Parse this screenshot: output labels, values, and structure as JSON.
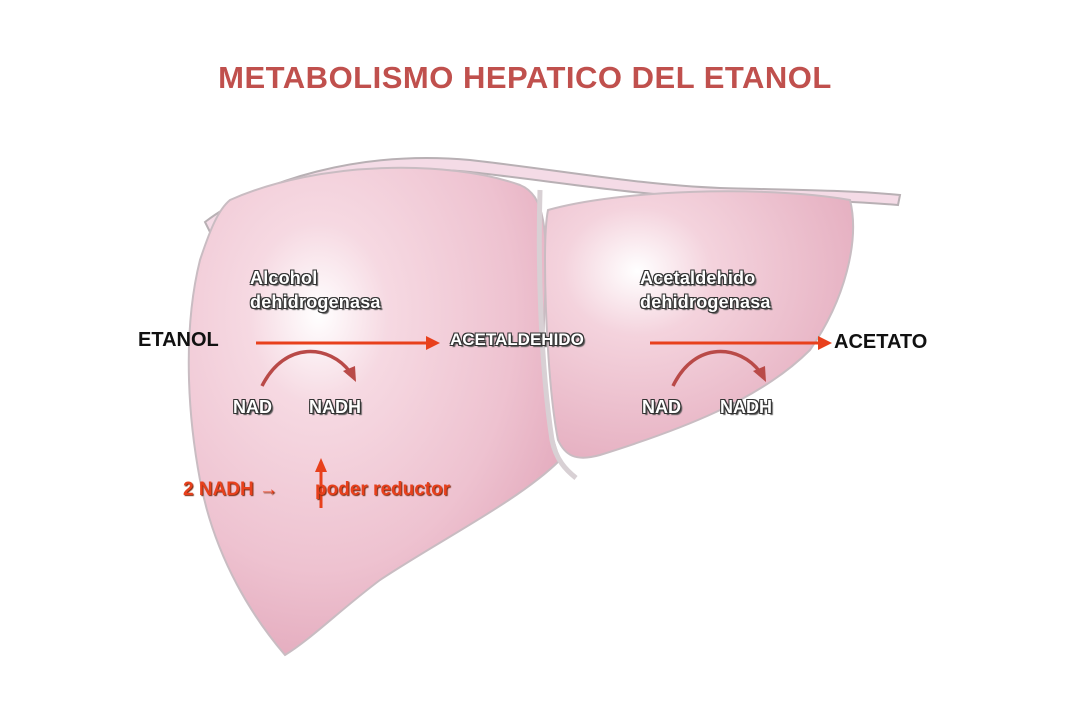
{
  "title": "METABOLISMO HEPATICO DEL ETANOL",
  "compounds": {
    "etanol": "ETANOL",
    "acetaldehido": "ACETALDEHIDO",
    "acetato": "ACETATO"
  },
  "enzymes": {
    "alcohol_dh_line1": "Alcohol",
    "alcohol_dh_line2": "dehidrogenasa",
    "acetaldehido_dh_line1": "Acetaldehido",
    "acetaldehido_dh_line2": "dehidrogenasa"
  },
  "cofactors": {
    "step1_nad": "NAD",
    "step1_nadh": "NADH",
    "step2_nad": "NAD",
    "step2_nadh": "NADH"
  },
  "note": {
    "left": "2 NADH →",
    "right": "poder reductor"
  },
  "colors": {
    "title": "#c0504d",
    "arrow": "#e8401c",
    "curved_arrow": "#b94a48",
    "liver": "#f0c8d4"
  }
}
